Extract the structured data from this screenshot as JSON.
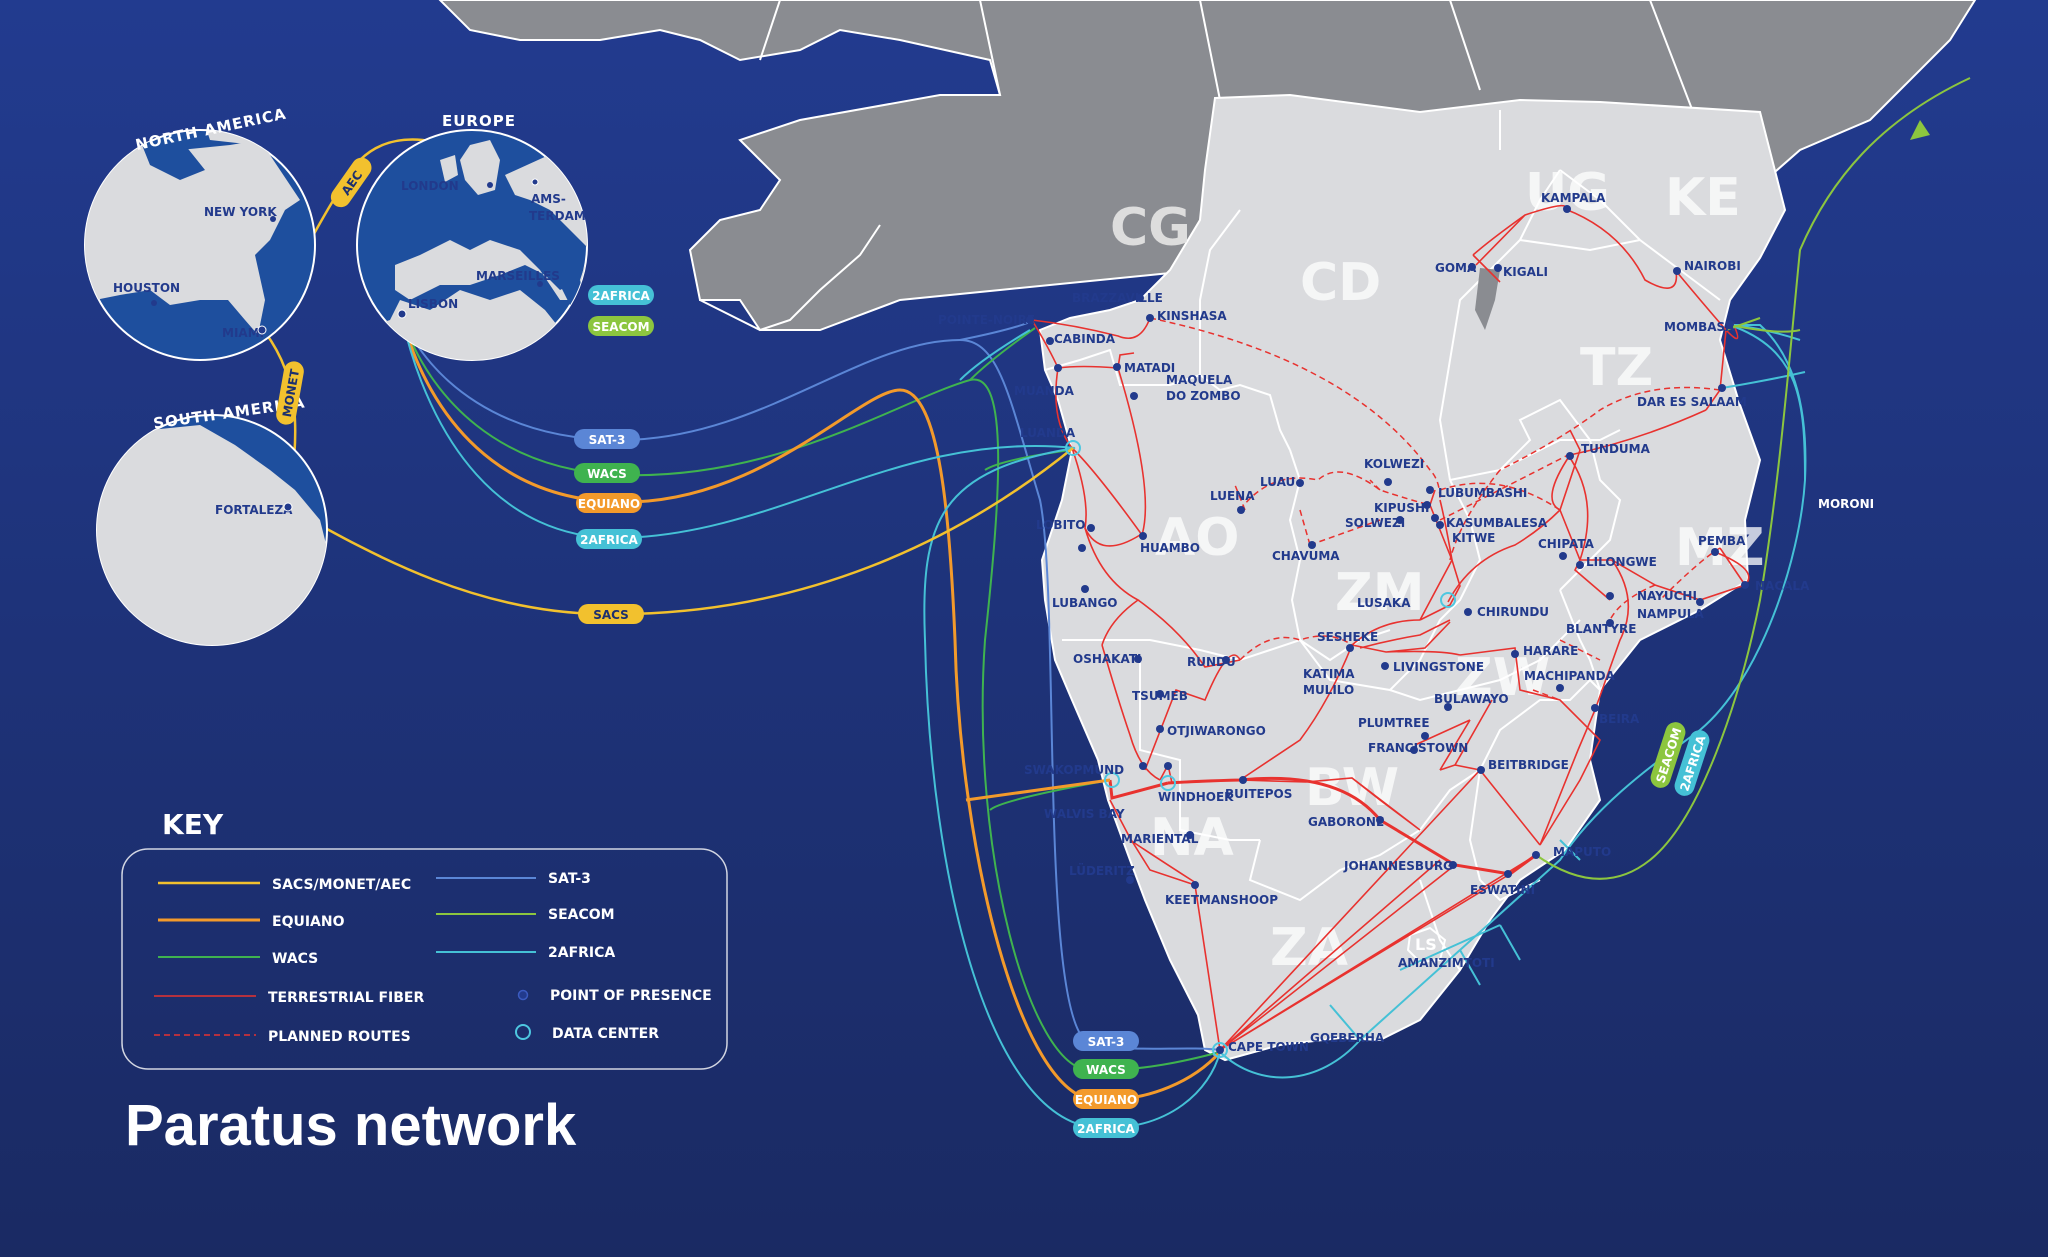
{
  "title": "Paratus network",
  "key": {
    "title": "KEY",
    "items": [
      {
        "label": "SACS/MONET/AEC",
        "color": "#f2c12e",
        "style": "solid"
      },
      {
        "label": "EQUIANO",
        "color": "#f39a2b",
        "style": "solid"
      },
      {
        "label": "WACS",
        "color": "#3fb34f",
        "style": "solid"
      },
      {
        "label": "TERRESTRIAL FIBER",
        "color": "#e8322f",
        "style": "solid"
      },
      {
        "label": "PLANNED ROUTES",
        "color": "#e8322f",
        "style": "dashed"
      },
      {
        "label": "SAT-3",
        "color": "#5b86d6",
        "style": "solid"
      },
      {
        "label": "SEACOM",
        "color": "#8cc63f",
        "style": "solid"
      },
      {
        "label": "2AFRICA",
        "color": "#45c1d6",
        "style": "solid"
      },
      {
        "label": "POINT OF PRESENCE",
        "color": "#223a8c",
        "style": "dot"
      },
      {
        "label": "DATA CENTER",
        "color": "#4ec7e0",
        "style": "ring"
      }
    ]
  },
  "globes": {
    "north_america": {
      "title": "NORTH AMERICA",
      "cities": [
        "NEW YORK",
        "HOUSTON",
        "MIAMI"
      ]
    },
    "europe": {
      "title": "EUROPE",
      "cities": [
        "LONDON",
        "AMS-",
        "TERDAM",
        "MARSEILLES",
        "LISBON"
      ]
    },
    "south_america": {
      "title": "SOUTH AMERICA",
      "cities": [
        "FORTALEZA"
      ]
    }
  },
  "cable_labels": {
    "aec": "AEC",
    "monet": "MONET",
    "sat3": "SAT-3",
    "wacs": "WACS",
    "equiano": "EQUIANO",
    "twoafrica": "2AFRICA",
    "sacs": "SACS",
    "seacom": "SEACOM"
  },
  "country_codes": [
    "CG",
    "CD",
    "UG",
    "KE",
    "TZ",
    "AO",
    "ZM",
    "MZ",
    "ZW",
    "BW",
    "NA",
    "ZA",
    "LS"
  ],
  "cities": [
    "BRAZZAVILLE",
    "KINSHASA",
    "POINTE-NOIRE",
    "CABINDA",
    "MATADI",
    "MUANDA",
    "MAQUELA",
    "DO ZOMBO",
    "LUANDA",
    "LOBITO",
    "HUAMBO",
    "LUBANGO",
    "LUENA",
    "LUAU",
    "KOLWEZI",
    "KIPUSHI",
    "SOLWEZI",
    "LUBUMBASHI",
    "KASUMBALESA",
    "KITWE",
    "CHAVUMA",
    "LUSAKA",
    "CHIRUNDU",
    "GOMA",
    "KIGALI",
    "KAMPALA",
    "NAIROBI",
    "MOMBASA",
    "DAR ES SALAAM",
    "TUNDUMA",
    "CHIPATA",
    "LILONGWE",
    "PEMBA",
    "NACALA",
    "NAYUCHI",
    "NAMPULA",
    "BLANTYRE",
    "MORONI",
    "OSHAKATI",
    "RUNDU",
    "SESHEKE",
    "KATIMA",
    "MULILO",
    "LIVINGSTONE",
    "HARARE",
    "MACHIPANDA",
    "BULAWAYO",
    "BEIRA",
    "TSUMEB",
    "OTJIWARONGO",
    "PLUMTREE",
    "FRANCISTOWN",
    "SWAKOPMUND",
    "WINDHOEK",
    "BUITEPOS",
    "BEITBRIDGE",
    "WALVIS BAY",
    "GABORONE",
    "MARIENTAL",
    "MAPUTO",
    "JOHANNESBURG",
    "ESWATINI",
    "LÜDERITZ",
    "KEETMANSHOOP",
    "AMANZIMTOTI",
    "CAPE TOWN",
    "GQEBERHA"
  ],
  "colors": {
    "ocean": "#1c2f6e",
    "land": "#dadbde",
    "land_dark": "#8a8c91",
    "border": "#ffffff",
    "sacs": "#f2c12e",
    "equiano": "#f39a2b",
    "wacs": "#3fb34f",
    "sat3": "#5b86d6",
    "seacom": "#8cc63f",
    "twoafrica": "#45c1d6",
    "fiber": "#e8322f",
    "pop": "#223a8c"
  }
}
